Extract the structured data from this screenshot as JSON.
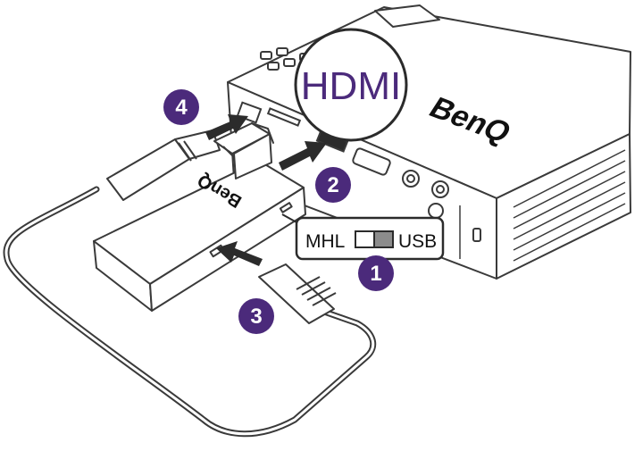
{
  "labels": {
    "hdmi": "HDMI",
    "projector_brand": "BenQ",
    "adapter_brand": "BenQ",
    "switch_left": "MHL",
    "switch_right": "USB"
  },
  "steps": [
    {
      "number": "1",
      "description": ""
    },
    {
      "number": "2",
      "description": ""
    },
    {
      "number": "3",
      "description": ""
    },
    {
      "number": "4",
      "description": ""
    }
  ],
  "colors": {
    "step_badge": "#4b2a7b",
    "arrow": "#2b2b2b",
    "outline": "#3a3a3a",
    "device_fill": "#ffffff",
    "callout_border": "#2b2b2b",
    "hdmi_text": "#4b2a7b",
    "switch_fill": "#8c8c8c"
  }
}
